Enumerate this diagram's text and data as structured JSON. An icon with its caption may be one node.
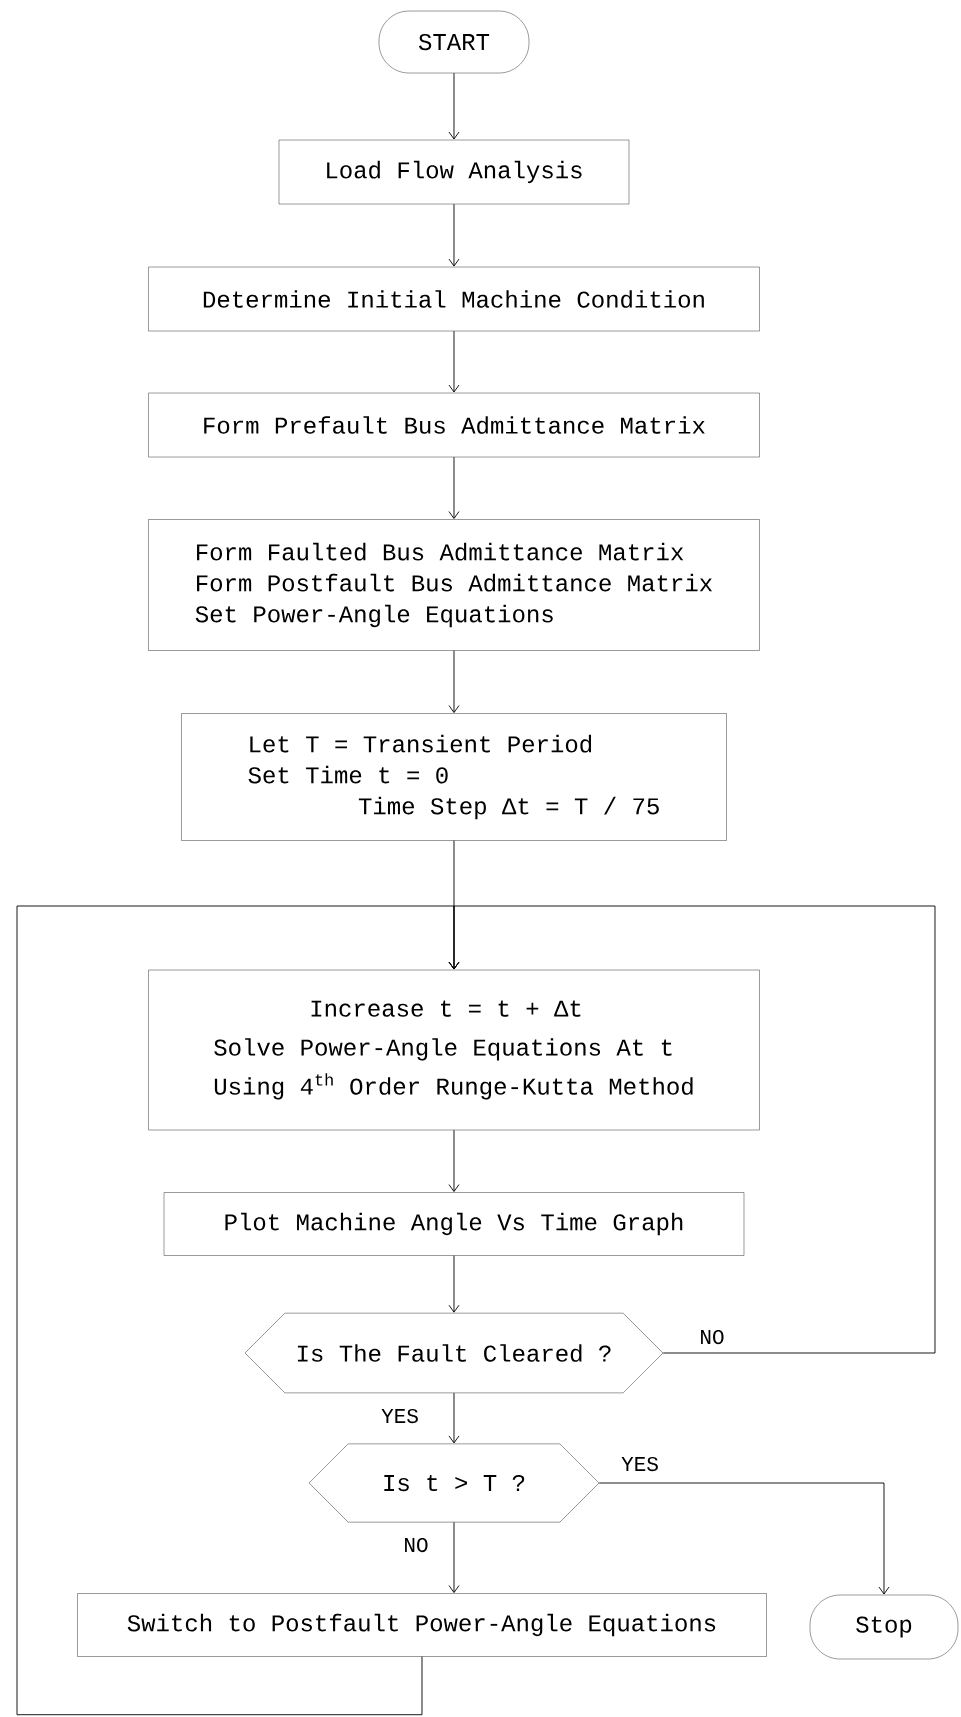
{
  "diagram": {
    "nodes": [
      {
        "text": [
          "START"
        ]
      },
      {
        "text": [
          "Load Flow Analysis"
        ]
      },
      {
        "text": [
          "Determine Initial Machine Condition"
        ]
      },
      {
        "text": [
          "Form Prefault Bus Admittance Matrix"
        ]
      },
      {
        "text": [
          "Form Faulted Bus Admittance Matrix",
          "Form Postfault Bus Admittance Matrix",
          "Set Power-Angle Equations"
        ]
      },
      {
        "text": [
          "Let T = Transient Period",
          "Set Time t = 0",
          "Time Step Δt = T / 75"
        ]
      },
      {
        "text": [
          "Increase t = t + Δt",
          "Solve Power-Angle Equations At t",
          "Using 4$^{th}$ Order Runge-Kutta Method"
        ]
      },
      {
        "text": [
          "Plot Machine Angle Vs Time Graph"
        ]
      },
      {
        "text": [
          "Is The Fault Cleared ?"
        ]
      },
      {
        "text": [
          "Is t > T ?"
        ]
      },
      {
        "text": [
          "Switch to Postfault Power-Angle Equations"
        ]
      },
      {
        "text": [
          "Stop"
        ]
      }
    ],
    "edges": [
      {
        "from": 0,
        "to": 1,
        "arrow": "to"
      },
      {
        "from": 1,
        "to": 2,
        "arrow": "to"
      },
      {
        "from": 2,
        "to": 3,
        "arrow": "to"
      },
      {
        "from": 3,
        "to": 4,
        "arrow": "to"
      },
      {
        "from": 4,
        "to": 5,
        "arrow": "to"
      },
      {
        "from": 5,
        "to": 6,
        "arrow": "to"
      },
      {
        "from": 6,
        "to": 7,
        "arrow": "to"
      },
      {
        "from": 7,
        "to": 8,
        "arrow": "to"
      },
      {
        "from": 8,
        "to": 9,
        "arrow": "to",
        "label": "YES"
      },
      {
        "from": 8,
        "to": 6,
        "arrow": "to",
        "label": "NO"
      },
      {
        "from": 9,
        "to": 11,
        "arrow": "to",
        "label": "YES"
      },
      {
        "from": 9,
        "to": 10,
        "arrow": "to",
        "label": "NO"
      },
      {
        "from": 10,
        "to": 6,
        "arrow": "to"
      }
    ]
  }
}
